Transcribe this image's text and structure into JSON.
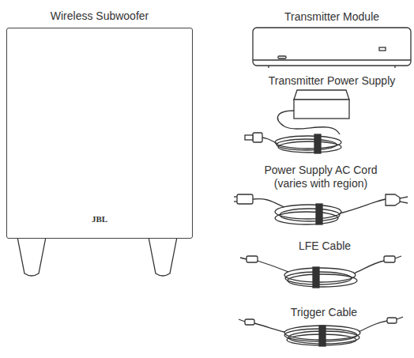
{
  "diagram": {
    "nodes": [
      {
        "text": [
          "Wireless Subwoofer",
          "JBL"
        ]
      }
    ],
    "labels": [
      "Transmitter Module",
      "Transmitter Power Supply",
      "Power Supply AC Cord (varies with region)",
      "LFE Cable",
      "Trigger Cable"
    ]
  }
}
